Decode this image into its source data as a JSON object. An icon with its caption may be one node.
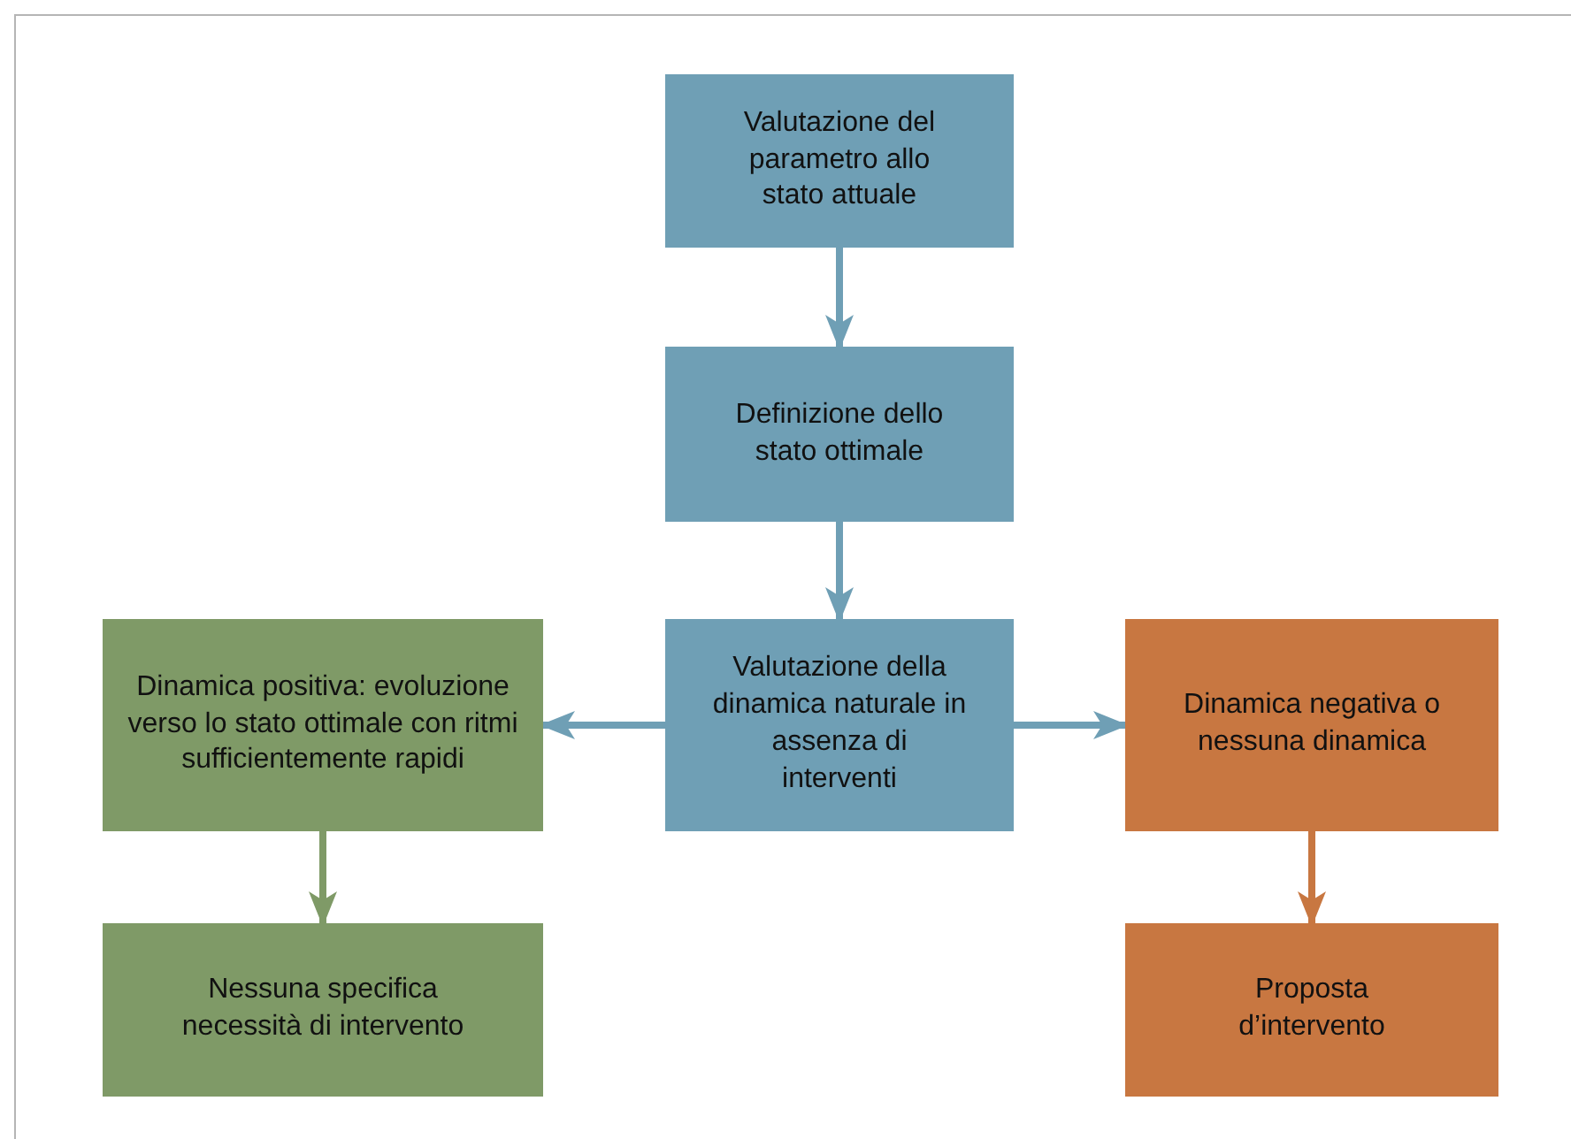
{
  "diagram": {
    "nodes": [
      {
        "text": [
          "Valutazione del parametro allo stato attuale"
        ]
      },
      {
        "text": [
          "Definizione dello stato ottimale"
        ]
      },
      {
        "text": [
          "Valutazione della dinamica naturale in assenza di interventi"
        ]
      },
      {
        "text": [
          "Dinamica positiva: evoluzione verso lo stato ottimale con ritmi sufficientemente rapidi"
        ]
      },
      {
        "text": [
          "Dinamica negativa o nessuna dinamica"
        ]
      },
      {
        "text": [
          "Nessuna specifica necessità di intervento"
        ]
      },
      {
        "text": [
          "Proposta d’intervento"
        ]
      }
    ],
    "edges": [
      {
        "from": 0,
        "to": 1,
        "arrow": "to"
      },
      {
        "from": 1,
        "to": 2,
        "arrow": "to"
      },
      {
        "from": 2,
        "to": 3,
        "arrow": "to"
      },
      {
        "from": 2,
        "to": 4,
        "arrow": "to"
      },
      {
        "from": 3,
        "to": 5,
        "arrow": "to",
        "color": "#7f9a67"
      },
      {
        "from": 4,
        "to": 6,
        "arrow": "to",
        "color": "#c87741"
      }
    ]
  }
}
